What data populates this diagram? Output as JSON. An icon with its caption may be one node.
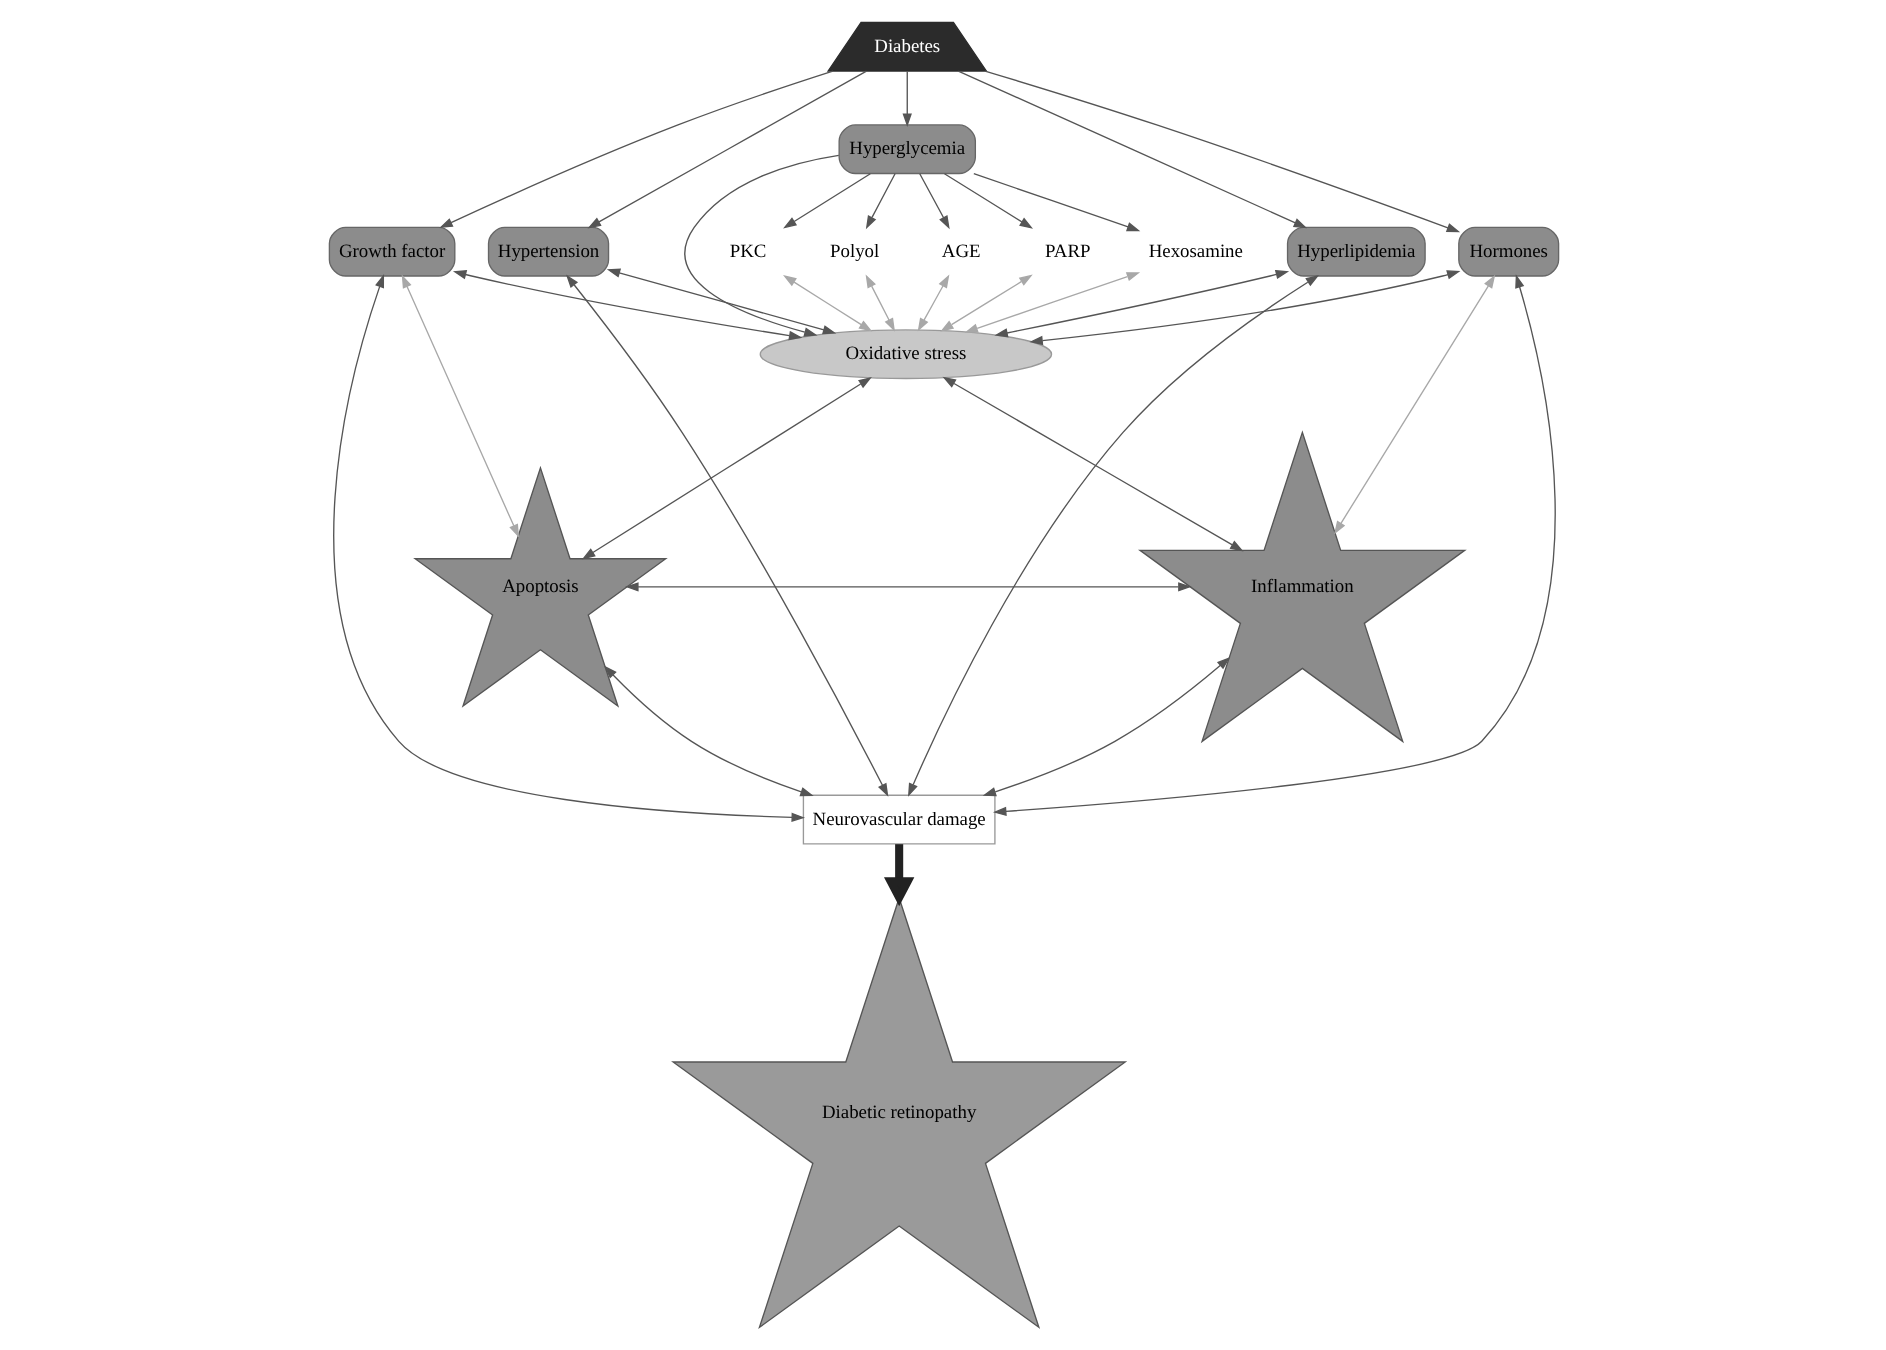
{
  "diagram": {
    "nodes": [
      {
        "text": [
          "Diabetes"
        ]
      },
      {
        "text": [
          "Growth factor"
        ]
      },
      {
        "text": [
          "Hypertension"
        ]
      },
      {
        "text": [
          "Hyperlipidemia"
        ]
      },
      {
        "text": [
          "Hormones"
        ]
      },
      {
        "text": [
          "Hyperglycemia"
        ]
      },
      {
        "text": [
          "PKC"
        ]
      },
      {
        "text": [
          "Polyol"
        ]
      },
      {
        "text": [
          "AGE"
        ]
      },
      {
        "text": [
          "PARP"
        ]
      },
      {
        "text": [
          "Hexosamine"
        ]
      },
      {
        "text": [
          "Oxidative stress"
        ]
      },
      {
        "text": [
          "Apoptosis"
        ]
      },
      {
        "text": [
          "Inflammation"
        ]
      },
      {
        "text": [
          "Neurovascular damage"
        ]
      },
      {
        "text": [
          "Diabetic retinopathy"
        ]
      }
    ],
    "edges": [
      {
        "from": 0,
        "to": 1,
        "arrow": "to"
      },
      {
        "from": 0,
        "to": 2,
        "arrow": "to"
      },
      {
        "from": 0,
        "to": 5,
        "arrow": "to"
      },
      {
        "from": 0,
        "to": 3,
        "arrow": "to"
      },
      {
        "from": 0,
        "to": 4,
        "arrow": "to"
      },
      {
        "from": 5,
        "to": 6,
        "arrow": "to"
      },
      {
        "from": 5,
        "to": 7,
        "arrow": "to"
      },
      {
        "from": 5,
        "to": 8,
        "arrow": "to"
      },
      {
        "from": 5,
        "to": 11,
        "arrow": "to"
      },
      {
        "from": 5,
        "to": 9,
        "arrow": "to"
      },
      {
        "from": 5,
        "to": 10,
        "arrow": "to"
      },
      {
        "from": 6,
        "to": 11,
        "arrow": "both",
        "color": "#a8a8a8"
      },
      {
        "from": 7,
        "to": 11,
        "arrow": "both",
        "color": "#a8a8a8"
      },
      {
        "from": 8,
        "to": 11,
        "arrow": "both",
        "color": "#a8a8a8"
      },
      {
        "from": 9,
        "to": 11,
        "arrow": "both",
        "color": "#a8a8a8"
      },
      {
        "from": 10,
        "to": 11,
        "arrow": "both",
        "color": "#a8a8a8"
      },
      {
        "from": 1,
        "to": 12,
        "arrow": "both",
        "color": "#a8a8a8"
      },
      {
        "from": 4,
        "to": 13,
        "arrow": "both",
        "color": "#a8a8a8"
      },
      {
        "from": 1,
        "to": 11,
        "arrow": "both"
      },
      {
        "from": 1,
        "to": 14,
        "arrow": "both"
      },
      {
        "from": 2,
        "to": 11,
        "arrow": "both"
      },
      {
        "from": 2,
        "to": 14,
        "arrow": "both"
      },
      {
        "from": 3,
        "to": 11,
        "arrow": "both"
      },
      {
        "from": 3,
        "to": 14,
        "arrow": "both"
      },
      {
        "from": 4,
        "to": 11,
        "arrow": "both"
      },
      {
        "from": 4,
        "to": 14,
        "arrow": "both"
      },
      {
        "from": 11,
        "to": 12,
        "arrow": "both"
      },
      {
        "from": 11,
        "to": 13,
        "arrow": "both"
      },
      {
        "from": 12,
        "to": 13,
        "arrow": "both"
      },
      {
        "from": 12,
        "to": 14,
        "arrow": "both"
      },
      {
        "from": 13,
        "to": 14,
        "arrow": "both"
      },
      {
        "from": 14,
        "to": 15,
        "arrow": "to",
        "style": "thick",
        "color": "#222222"
      }
    ]
  }
}
